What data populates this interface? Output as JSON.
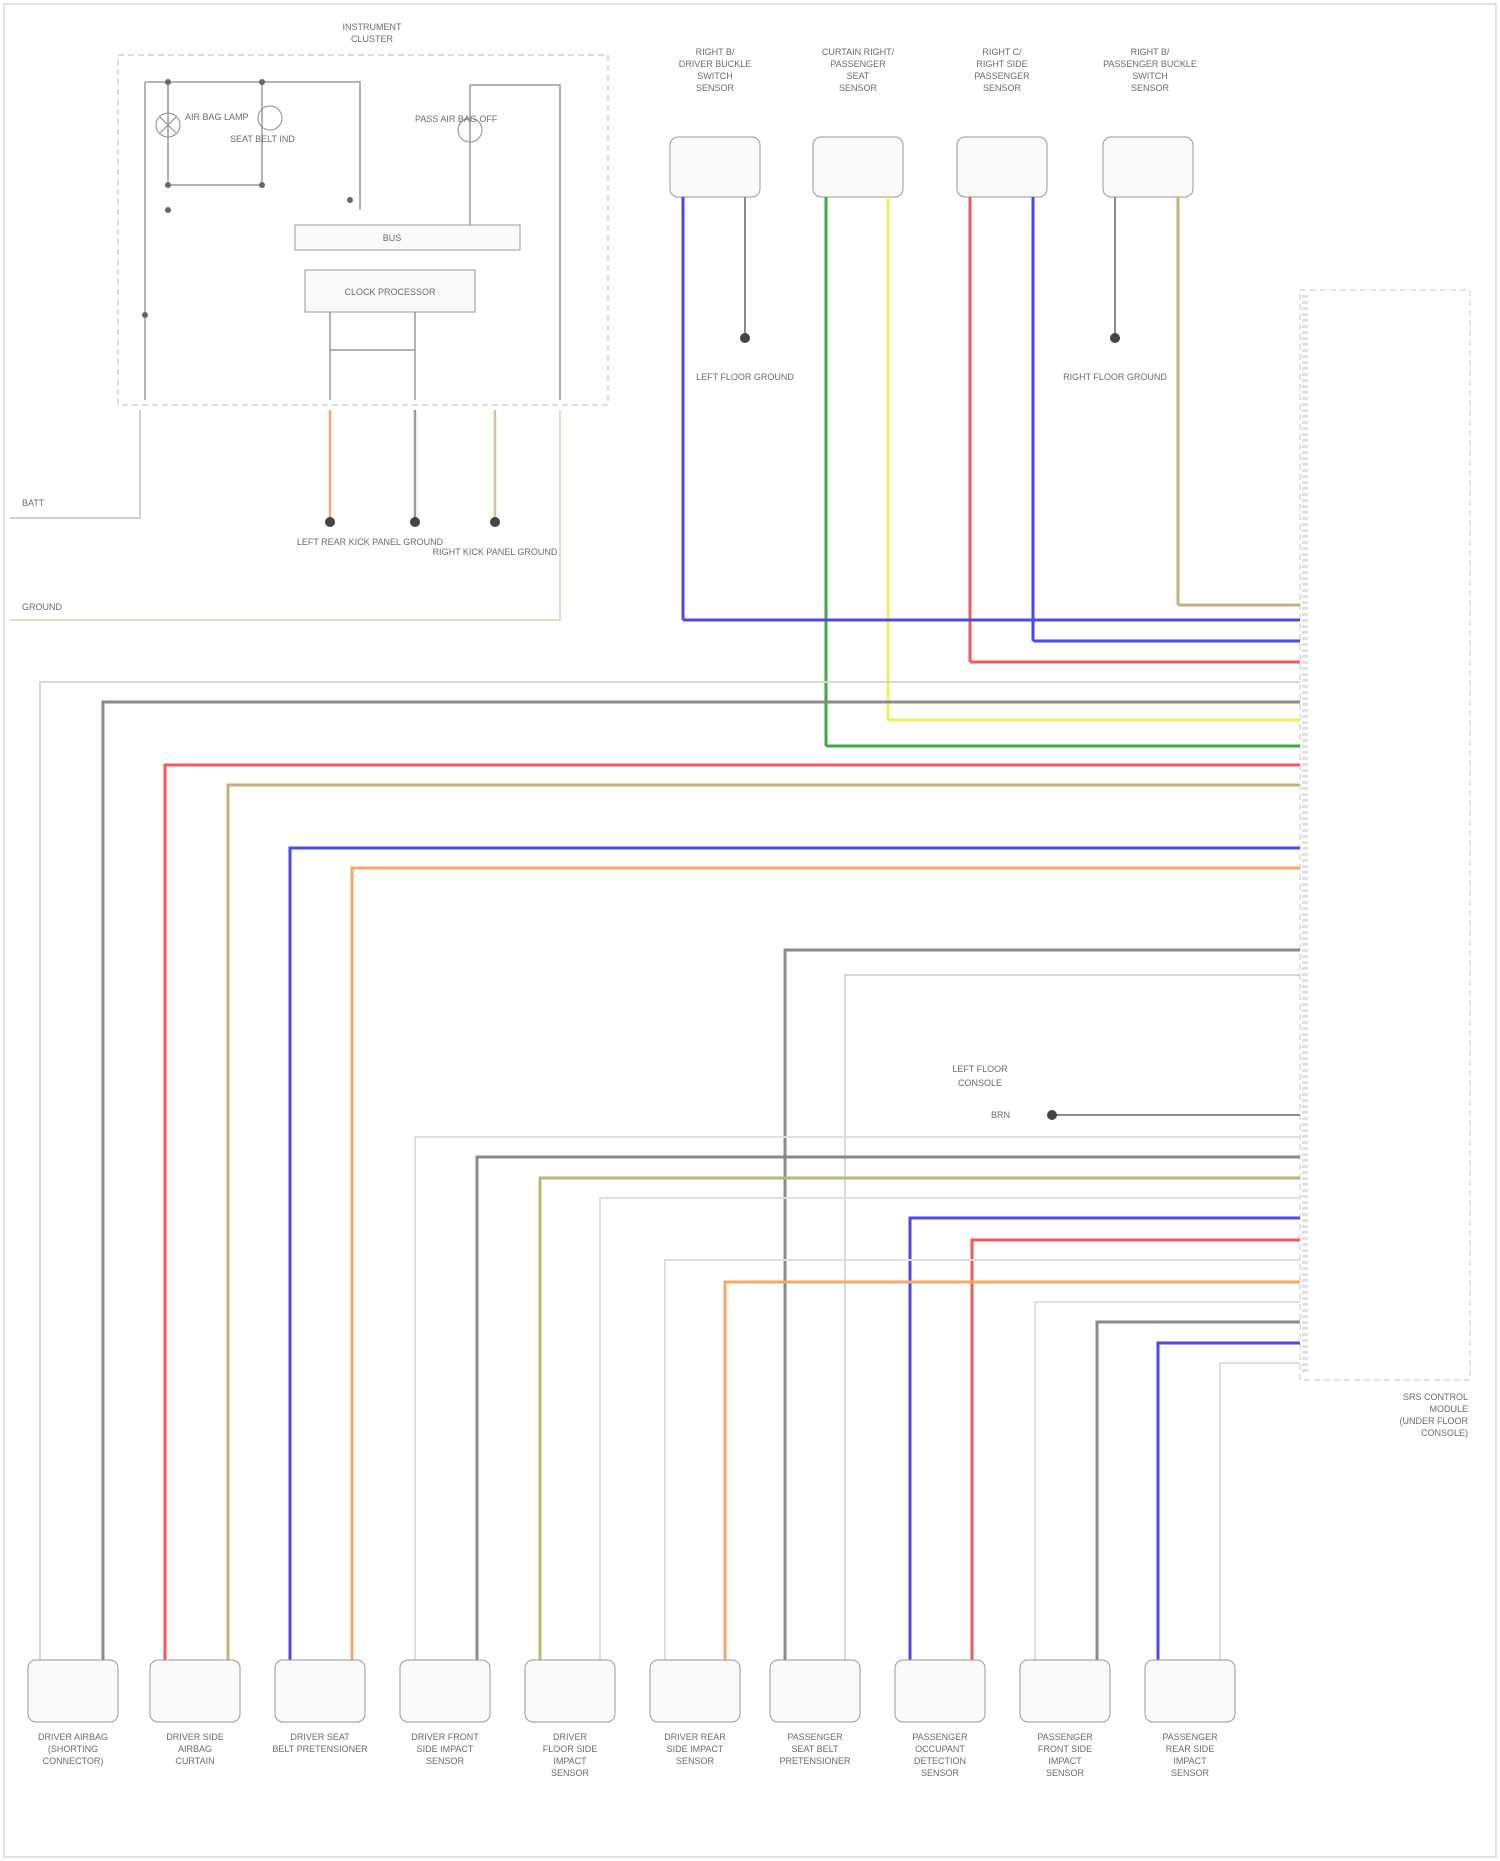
{
  "diagram_title": "",
  "instrument_cluster": {
    "title_line1": "INSTRUMENT",
    "title_line2": "CLUSTER",
    "lamp1": "AIR BAG LAMP",
    "lamp2": "SEAT BELT IND",
    "lamp3": "PASS AIR BAG OFF",
    "block1": "BUS",
    "block2": "CLOCK PROCESSOR",
    "ground1": "LEFT REAR KICK PANEL GROUND",
    "ground2": "RIGHT KICK PANEL GROUND"
  },
  "top_sensors": [
    {
      "line1": "RIGHT B/",
      "line2": "DRIVER BUCKLE",
      "line3": "SWITCH",
      "line4": "SENSOR",
      "wire_a": "BLU/RED",
      "wire_b": "BLK"
    },
    {
      "line1": "CURTAIN RIGHT/",
      "line2": "PASSENGER",
      "line3": "SEAT",
      "line4": "SENSOR",
      "wire_a": "GRN",
      "wire_b": "YEL"
    },
    {
      "line1": "RIGHT C/",
      "line2": "RIGHT SIDE",
      "line3": "PASSENGER",
      "line4": "SENSOR",
      "wire_a": "RED",
      "wire_b": "BLU"
    },
    {
      "line1": "RIGHT B/",
      "line2": "PASSENGER BUCKLE",
      "line3": "SWITCH",
      "line4": "SENSOR",
      "wire_a": "BLK",
      "wire_b": "TAN"
    }
  ],
  "ground_top_left": "LEFT FLOOR GROUND",
  "ground_top_right": "RIGHT FLOOR GROUND",
  "left_labels": {
    "batt": "BATT",
    "ground": "GROUND"
  },
  "module": {
    "line1": "SRS CONTROL",
    "line2": "MODULE",
    "line3": "(UNDER FLOOR",
    "line4": "CONSOLE)"
  },
  "module_ground": {
    "line1": "LEFT FLOOR",
    "line2": "CONSOLE",
    "wire": "BRN"
  },
  "bottom_components": [
    {
      "line1": "DRIVER AIRBAG",
      "line2": "(SHORTING",
      "line3": "CONNECTOR)",
      "line4": ""
    },
    {
      "line1": "DRIVER SIDE",
      "line2": "AIRBAG",
      "line3": "CURTAIN",
      "line4": ""
    },
    {
      "line1": "DRIVER SEAT",
      "line2": "BELT PRETENSIONER",
      "line3": "",
      "line4": ""
    },
    {
      "line1": "DRIVER FRONT",
      "line2": "SIDE IMPACT",
      "line3": "SENSOR",
      "line4": ""
    },
    {
      "line1": "DRIVER",
      "line2": "FLOOR SIDE",
      "line3": "IMPACT",
      "line4": "SENSOR"
    },
    {
      "line1": "DRIVER REAR",
      "line2": "SIDE IMPACT",
      "line3": "SENSOR",
      "line4": ""
    },
    {
      "line1": "PASSENGER",
      "line2": "SEAT BELT",
      "line3": "PRETENSIONER",
      "line4": ""
    },
    {
      "line1": "PASSENGER",
      "line2": "OCCUPANT",
      "line3": "DETECTION",
      "line4": "SENSOR"
    },
    {
      "line1": "PASSENGER",
      "line2": "FRONT SIDE",
      "line3": "IMPACT",
      "line4": "SENSOR"
    },
    {
      "line1": "PASSENGER",
      "line2": "REAR SIDE",
      "line3": "IMPACT",
      "line4": "SENSOR"
    }
  ],
  "footer": "",
  "colors": {
    "blue": "#4a4ae8",
    "red": "#ef5a5a",
    "green": "#3fa83f",
    "yellow": "#f2ef5a",
    "gray": "#8a8a8a",
    "tan": "#c7b07a",
    "orange": "#f4a96a",
    "olive": "#b8b86a",
    "pink": "#e8a8a8",
    "light": "#d0d0d0"
  }
}
